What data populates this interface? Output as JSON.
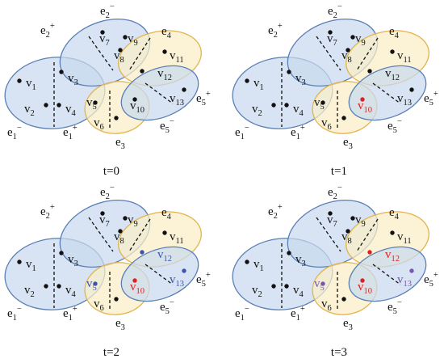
{
  "colors": {
    "blue_fill": "#c9d9ef",
    "blue_stroke": "#5b7fb5",
    "yellow_fill": "#fbefc8",
    "yellow_stroke": "#e2b34b",
    "text": "#111111",
    "red_vertex": "#e02020",
    "blue_vertex": "#3a55b0",
    "purple_vertex": "#7a55b0"
  },
  "panels": [
    {
      "caption": "t=0",
      "vertex_colors": {}
    },
    {
      "caption": "t=1",
      "vertex_colors": {
        "v10": "red"
      }
    },
    {
      "caption": "t=2",
      "vertex_colors": {
        "v10": "red",
        "v5": "blue",
        "v12": "blue",
        "v13": "blue"
      }
    },
    {
      "caption": "t=3",
      "vertex_colors": {
        "v10": "red",
        "v12": "red",
        "v5": "purple",
        "v13": "purple"
      }
    }
  ],
  "vertices": [
    {
      "id": "v1",
      "base": "v",
      "sub": "1"
    },
    {
      "id": "v2",
      "base": "v",
      "sub": "2"
    },
    {
      "id": "v3",
      "base": "v",
      "sub": "3"
    },
    {
      "id": "v4",
      "base": "v",
      "sub": "4"
    },
    {
      "id": "v5",
      "base": "v",
      "sub": "5"
    },
    {
      "id": "v6",
      "base": "v",
      "sub": "6"
    },
    {
      "id": "v7",
      "base": "v",
      "sub": "7"
    },
    {
      "id": "v8",
      "base": "v",
      "sub": "8"
    },
    {
      "id": "v9",
      "base": "v",
      "sub": "9"
    },
    {
      "id": "v10",
      "base": "v",
      "sub": "10"
    },
    {
      "id": "v11",
      "base": "v",
      "sub": "11"
    },
    {
      "id": "v12",
      "base": "v",
      "sub": "12"
    },
    {
      "id": "v13",
      "base": "v",
      "sub": "13"
    }
  ],
  "edges": [
    {
      "id": "e1-",
      "base": "e",
      "sub": "1",
      "sup": "−"
    },
    {
      "id": "e1+",
      "base": "e",
      "sub": "1",
      "sup": "+"
    },
    {
      "id": "e2+",
      "base": "e",
      "sub": "2",
      "sup": "+"
    },
    {
      "id": "e2-",
      "base": "e",
      "sub": "2",
      "sup": "−"
    },
    {
      "id": "e3",
      "base": "e",
      "sub": "3",
      "sup": ""
    },
    {
      "id": "e4",
      "base": "e",
      "sub": "4",
      "sup": ""
    },
    {
      "id": "e5-",
      "base": "e",
      "sub": "5",
      "sup": "−"
    },
    {
      "id": "e5+",
      "base": "e",
      "sub": "5",
      "sup": "+"
    }
  ]
}
